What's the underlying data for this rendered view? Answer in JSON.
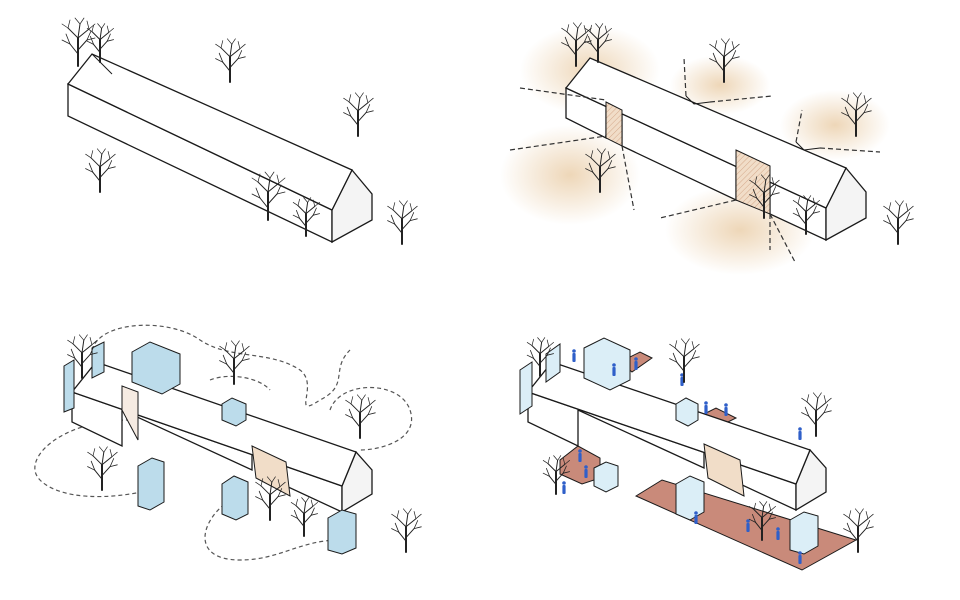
{
  "diagram": {
    "panels": [
      {
        "id": "massing",
        "elements": [
          "barn-volume",
          "trees"
        ]
      },
      {
        "id": "cuts-and-views",
        "elements": [
          "barn-volume",
          "notches",
          "view-lines",
          "view-haze",
          "trees"
        ]
      },
      {
        "id": "added-volumes-and-paths",
        "elements": [
          "barn-volume",
          "blue-volumes",
          "dashed-paths",
          "trees"
        ]
      },
      {
        "id": "terraces-and-people",
        "elements": [
          "barn-volume",
          "glazed-volumes",
          "terraces",
          "people",
          "trees"
        ]
      }
    ],
    "colors": {
      "outline": "#1a1a1a",
      "wall": "#ffffff",
      "shade": "#e9e9e9",
      "haze": "#e8c9a0",
      "notch": "#f1ddc8",
      "blue_volume": "#bcdceb",
      "glass": "#dbeef7",
      "terrace": "#c98a7a",
      "people": "#2f5fc9",
      "tree": "#222222",
      "path": "#555555"
    }
  }
}
